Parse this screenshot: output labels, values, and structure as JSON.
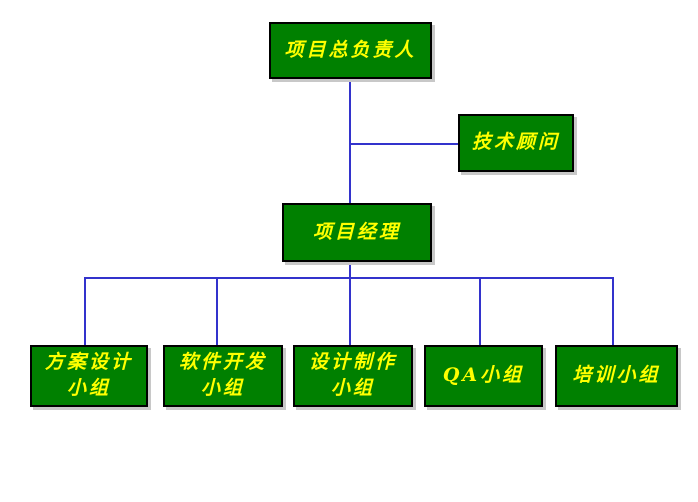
{
  "diagram": {
    "type": "org-chart",
    "background": "#FFFFFF",
    "colors": {
      "node_fill": "#008000",
      "node_text": "#FFFF00",
      "node_border": "#000000",
      "node_shadow": "#C8C8C8",
      "connector": "#3333CC"
    },
    "nodes": {
      "root": {
        "label": "项目总负责人"
      },
      "advisor": {
        "label": "技术顾问"
      },
      "manager": {
        "label": "项目经理"
      },
      "teams": [
        {
          "label": "方案设计\n小组"
        },
        {
          "label": "软件开发\n小组"
        },
        {
          "label": "设计制作\n小组"
        },
        {
          "label": "QA小组"
        },
        {
          "label": "培训小组"
        }
      ]
    },
    "edges": [
      {
        "from": "项目总负责人",
        "to": "项目经理"
      },
      {
        "from": "项目总负责人",
        "to": "技术顾问"
      },
      {
        "from": "项目经理",
        "to": "方案设计小组"
      },
      {
        "from": "项目经理",
        "to": "软件开发小组"
      },
      {
        "from": "项目经理",
        "to": "设计制作小组"
      },
      {
        "from": "项目经理",
        "to": "QA小组"
      },
      {
        "from": "项目经理",
        "to": "培训小组"
      }
    ]
  }
}
